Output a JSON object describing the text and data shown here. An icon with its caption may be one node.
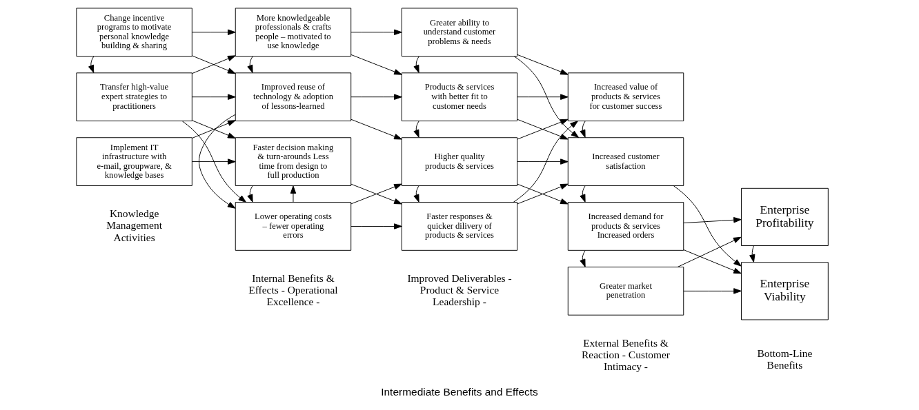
{
  "diagram": {
    "caption": "Intermediate Benefits and Effects",
    "nodes": [
      {
        "text": [
          "Change incentive programs to motivate personal knowledge building & sharing"
        ]
      },
      {
        "text": [
          "Transfer high-value expert strategies to practitioners"
        ]
      },
      {
        "text": [
          "Implement IT infrastructure with e-mail, groupware, & knowledge bases"
        ]
      },
      {
        "text": [
          "More knowledgeable professionals & crafts people – motivated to use knowledge"
        ]
      },
      {
        "text": [
          "Improved reuse of technology & adoption of lessons-learned"
        ]
      },
      {
        "text": [
          "Lower operating costs – fewer operating errors"
        ]
      },
      {
        "text": [
          "Faster decision making & turn-arounds Less time from design to full production"
        ]
      },
      {
        "text": [
          "Greater ability to understand customer problems & needs"
        ]
      },
      {
        "text": [
          "Products & services with better fit to customer needs"
        ]
      },
      {
        "text": [
          "Higher quality products & services"
        ]
      },
      {
        "text": [
          "Faster responses & quicker dilivery of products & services"
        ]
      },
      {
        "text": [
          "Increased value of products & services for customer success"
        ]
      },
      {
        "text": [
          "Increased customer satisfaction"
        ]
      },
      {
        "text": [
          "Increased demand for products & services Increased orders"
        ]
      },
      {
        "text": [
          "Greater market penetration"
        ]
      },
      {
        "text": [
          "Enterprise Profitability"
        ]
      },
      {
        "text": [
          "Enterprise Viability"
        ]
      }
    ],
    "edges": [
      {
        "from": 0,
        "to": 1,
        "arrow": "to"
      },
      {
        "from": 0,
        "to": 3,
        "arrow": "to"
      },
      {
        "from": 0,
        "to": 4,
        "arrow": "to"
      },
      {
        "from": 1,
        "to": 3,
        "arrow": "to"
      },
      {
        "from": 1,
        "to": 4,
        "arrow": "to"
      },
      {
        "from": 1,
        "to": 5,
        "arrow": "to"
      },
      {
        "from": 1,
        "to": 6,
        "arrow": "to"
      },
      {
        "from": 2,
        "to": 4,
        "arrow": "to"
      },
      {
        "from": 2,
        "to": 6,
        "arrow": "to"
      },
      {
        "from": 3,
        "to": 4,
        "arrow": "to"
      },
      {
        "from": 3,
        "to": 7,
        "arrow": "to"
      },
      {
        "from": 3,
        "to": 8,
        "arrow": "to"
      },
      {
        "from": 4,
        "to": 5,
        "arrow": "to"
      },
      {
        "from": 4,
        "to": 8,
        "arrow": "to"
      },
      {
        "from": 4,
        "to": 9,
        "arrow": "to"
      },
      {
        "from": 5,
        "to": 6,
        "arrow": "to"
      },
      {
        "from": 6,
        "to": 5,
        "arrow": "to"
      },
      {
        "from": 5,
        "to": 9,
        "arrow": "to"
      },
      {
        "from": 5,
        "to": 10,
        "arrow": "to"
      },
      {
        "from": 6,
        "to": 10,
        "arrow": "to"
      },
      {
        "from": 7,
        "to": 8,
        "arrow": "to"
      },
      {
        "from": 7,
        "to": 11,
        "arrow": "to"
      },
      {
        "from": 7,
        "to": 12,
        "arrow": "to"
      },
      {
        "from": 8,
        "to": 9,
        "arrow": "to"
      },
      {
        "from": 8,
        "to": 11,
        "arrow": "to"
      },
      {
        "from": 8,
        "to": 12,
        "arrow": "to"
      },
      {
        "from": 9,
        "to": 10,
        "arrow": "to"
      },
      {
        "from": 9,
        "to": 11,
        "arrow": "to"
      },
      {
        "from": 9,
        "to": 12,
        "arrow": "to"
      },
      {
        "from": 9,
        "to": 13,
        "arrow": "to"
      },
      {
        "from": 10,
        "to": 11,
        "arrow": "to"
      },
      {
        "from": 10,
        "to": 12,
        "arrow": "to"
      },
      {
        "from": 11,
        "to": 12,
        "arrow": "to"
      },
      {
        "from": 12,
        "to": 13,
        "arrow": "to"
      },
      {
        "from": 13,
        "to": 14,
        "arrow": "to"
      },
      {
        "from": 12,
        "to": 16,
        "arrow": "to"
      },
      {
        "from": 13,
        "to": 15,
        "arrow": "to"
      },
      {
        "from": 13,
        "to": 16,
        "arrow": "to"
      },
      {
        "from": 14,
        "to": 15,
        "arrow": "to"
      },
      {
        "from": 14,
        "to": 16,
        "arrow": "to"
      },
      {
        "from": 15,
        "to": 16,
        "arrow": "to"
      }
    ],
    "labels": [
      "Knowledge Management Activities",
      "Internal Benefits & Effects - Operational Excellence -",
      "Improved Deliverables - Product & Service Leadership -",
      "External Benefits & Reaction - Customer Intimacy -",
      "Bottom-Line Benefits"
    ]
  }
}
